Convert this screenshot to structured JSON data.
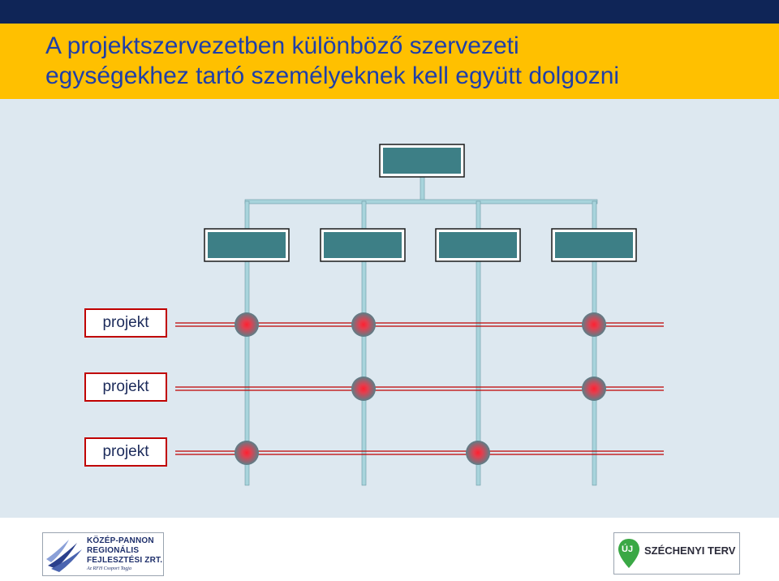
{
  "title": {
    "line1": "A projektszervezetben különböző szervezeti",
    "line2": "egységekhez tartó személyeknek kell együtt dolgozni"
  },
  "diagram": {
    "project_labels": [
      "projekt",
      "projekt",
      "projekt"
    ],
    "participation": [
      [
        true,
        true,
        false,
        true
      ],
      [
        false,
        true,
        false,
        true
      ],
      [
        true,
        false,
        true,
        false
      ]
    ],
    "colors": {
      "unit_box": "#3d7f86",
      "line": "#a8d4dc",
      "project_line": "#c00000",
      "node": "#5a7f88",
      "node_center": "#e03040"
    }
  },
  "logos": {
    "left": {
      "line1": "KÖZÉP-PANNON",
      "line2": "REGIONÁLIS",
      "line3": "FEJLESZTÉSI ZRT.",
      "line4": "Az RFH Csoport Tagja"
    },
    "right": {
      "badge": "ÚJ",
      "text": "SZÉCHENYI TERV"
    }
  },
  "colors": {
    "title_bar": "#ffc000",
    "top_bar": "#0f2557",
    "title_text": "#1f3fa8",
    "background": "#dde8f0"
  }
}
